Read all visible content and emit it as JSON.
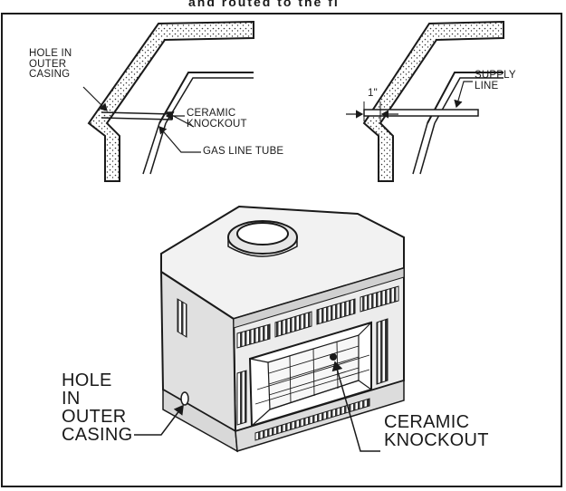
{
  "header_text": "and routed to the fi",
  "upper_left_detail": {
    "hole_label": "HOLE IN\nOUTER\nCASING",
    "knockout_label": "CERAMIC\nKNOCKOUT",
    "tube_label": "GAS LINE TUBE"
  },
  "upper_right_detail": {
    "dimension_label": "1\"",
    "supply_label": "SUPPLY\nLINE"
  },
  "fireplace_view": {
    "hole_label": "HOLE\nIN\nOUTER\nCASING",
    "knockout_label": "CERAMIC\nKNOCKOUT"
  }
}
